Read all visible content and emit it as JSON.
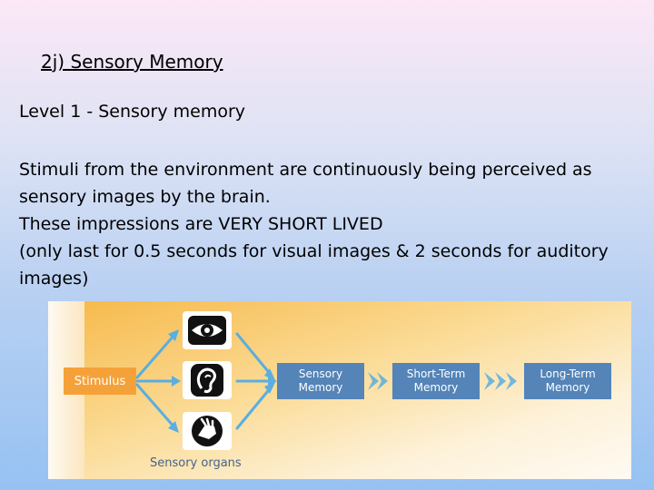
{
  "slide": {
    "title": "2j) Sensory Memory",
    "level": "Level 1 - Sensory memory",
    "paragraphs": [
      "Stimuli from the environment are continuously being perceived as sensory images by the brain.",
      "These impressions are VERY SHORT LIVED",
      "(only last for 0.5 seconds for visual images & 2 seconds for auditory images)"
    ]
  },
  "diagram": {
    "stimulus": "Stimulus",
    "sensory_memory": [
      "Sensory",
      "Memory"
    ],
    "short_term_memory": [
      "Short-Term",
      "Memory"
    ],
    "long_term_memory": [
      "Long-Term",
      "Memory"
    ],
    "organs_label": "Sensory organs",
    "organ_icons": [
      "eye-icon",
      "ear-icon",
      "hand-icon"
    ]
  },
  "colors": {
    "stimulus_box": "#f5a13a",
    "memory_box": "#5484b8",
    "arrow": "#5aaee0",
    "organs_label": "#45638a"
  }
}
